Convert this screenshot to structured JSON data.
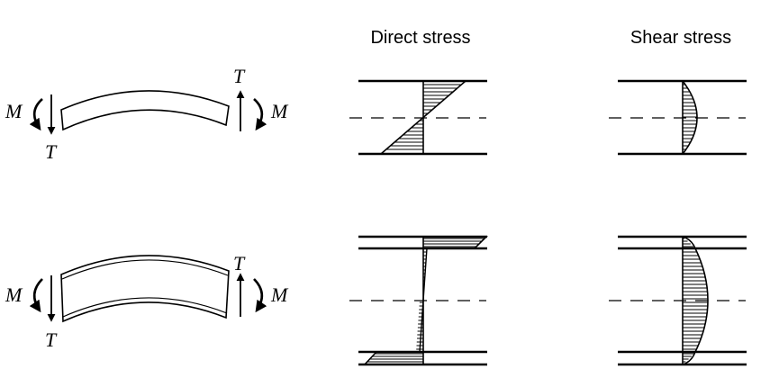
{
  "columns": {
    "direct": "Direct stress",
    "shear": "Shear stress"
  },
  "rows": [
    {
      "beam": "solid-section",
      "moment_left": "M",
      "moment_right": "M",
      "shear_left": "T",
      "shear_right": "T"
    },
    {
      "beam": "flanged-section",
      "moment_left": "M",
      "moment_right": "M",
      "shear_left": "T",
      "shear_right": "T"
    }
  ]
}
